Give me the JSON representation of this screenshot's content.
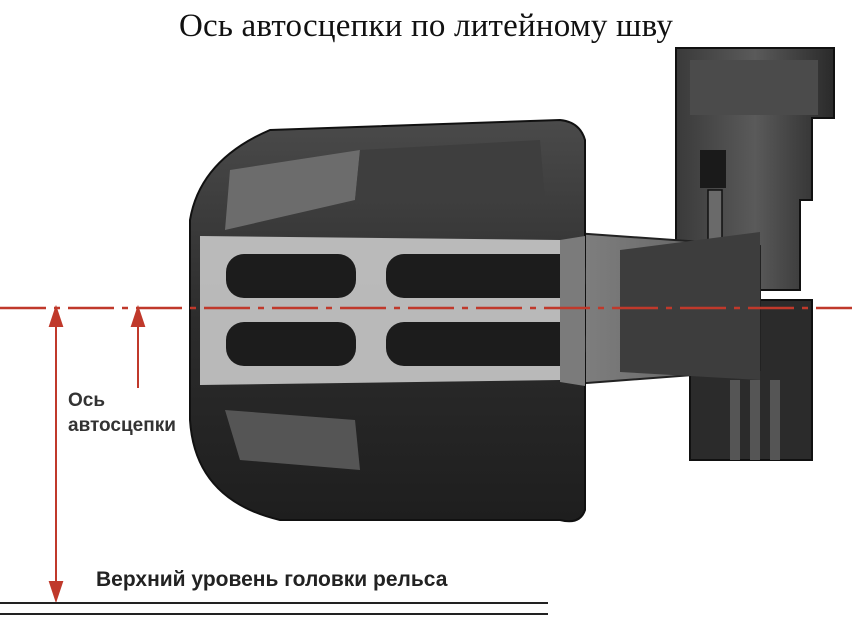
{
  "title": "Ось автосцепки по литейному шву",
  "labels": {
    "axis_line1": "Ось",
    "axis_line2": "автосцепки",
    "rail_level": "Верхний уровень головки рельса"
  },
  "colors": {
    "axis_line": "#c0392b",
    "coupler_dark": "#2a2a2a",
    "coupler_light": "#bdbdbd",
    "rail_line": "#222222"
  }
}
